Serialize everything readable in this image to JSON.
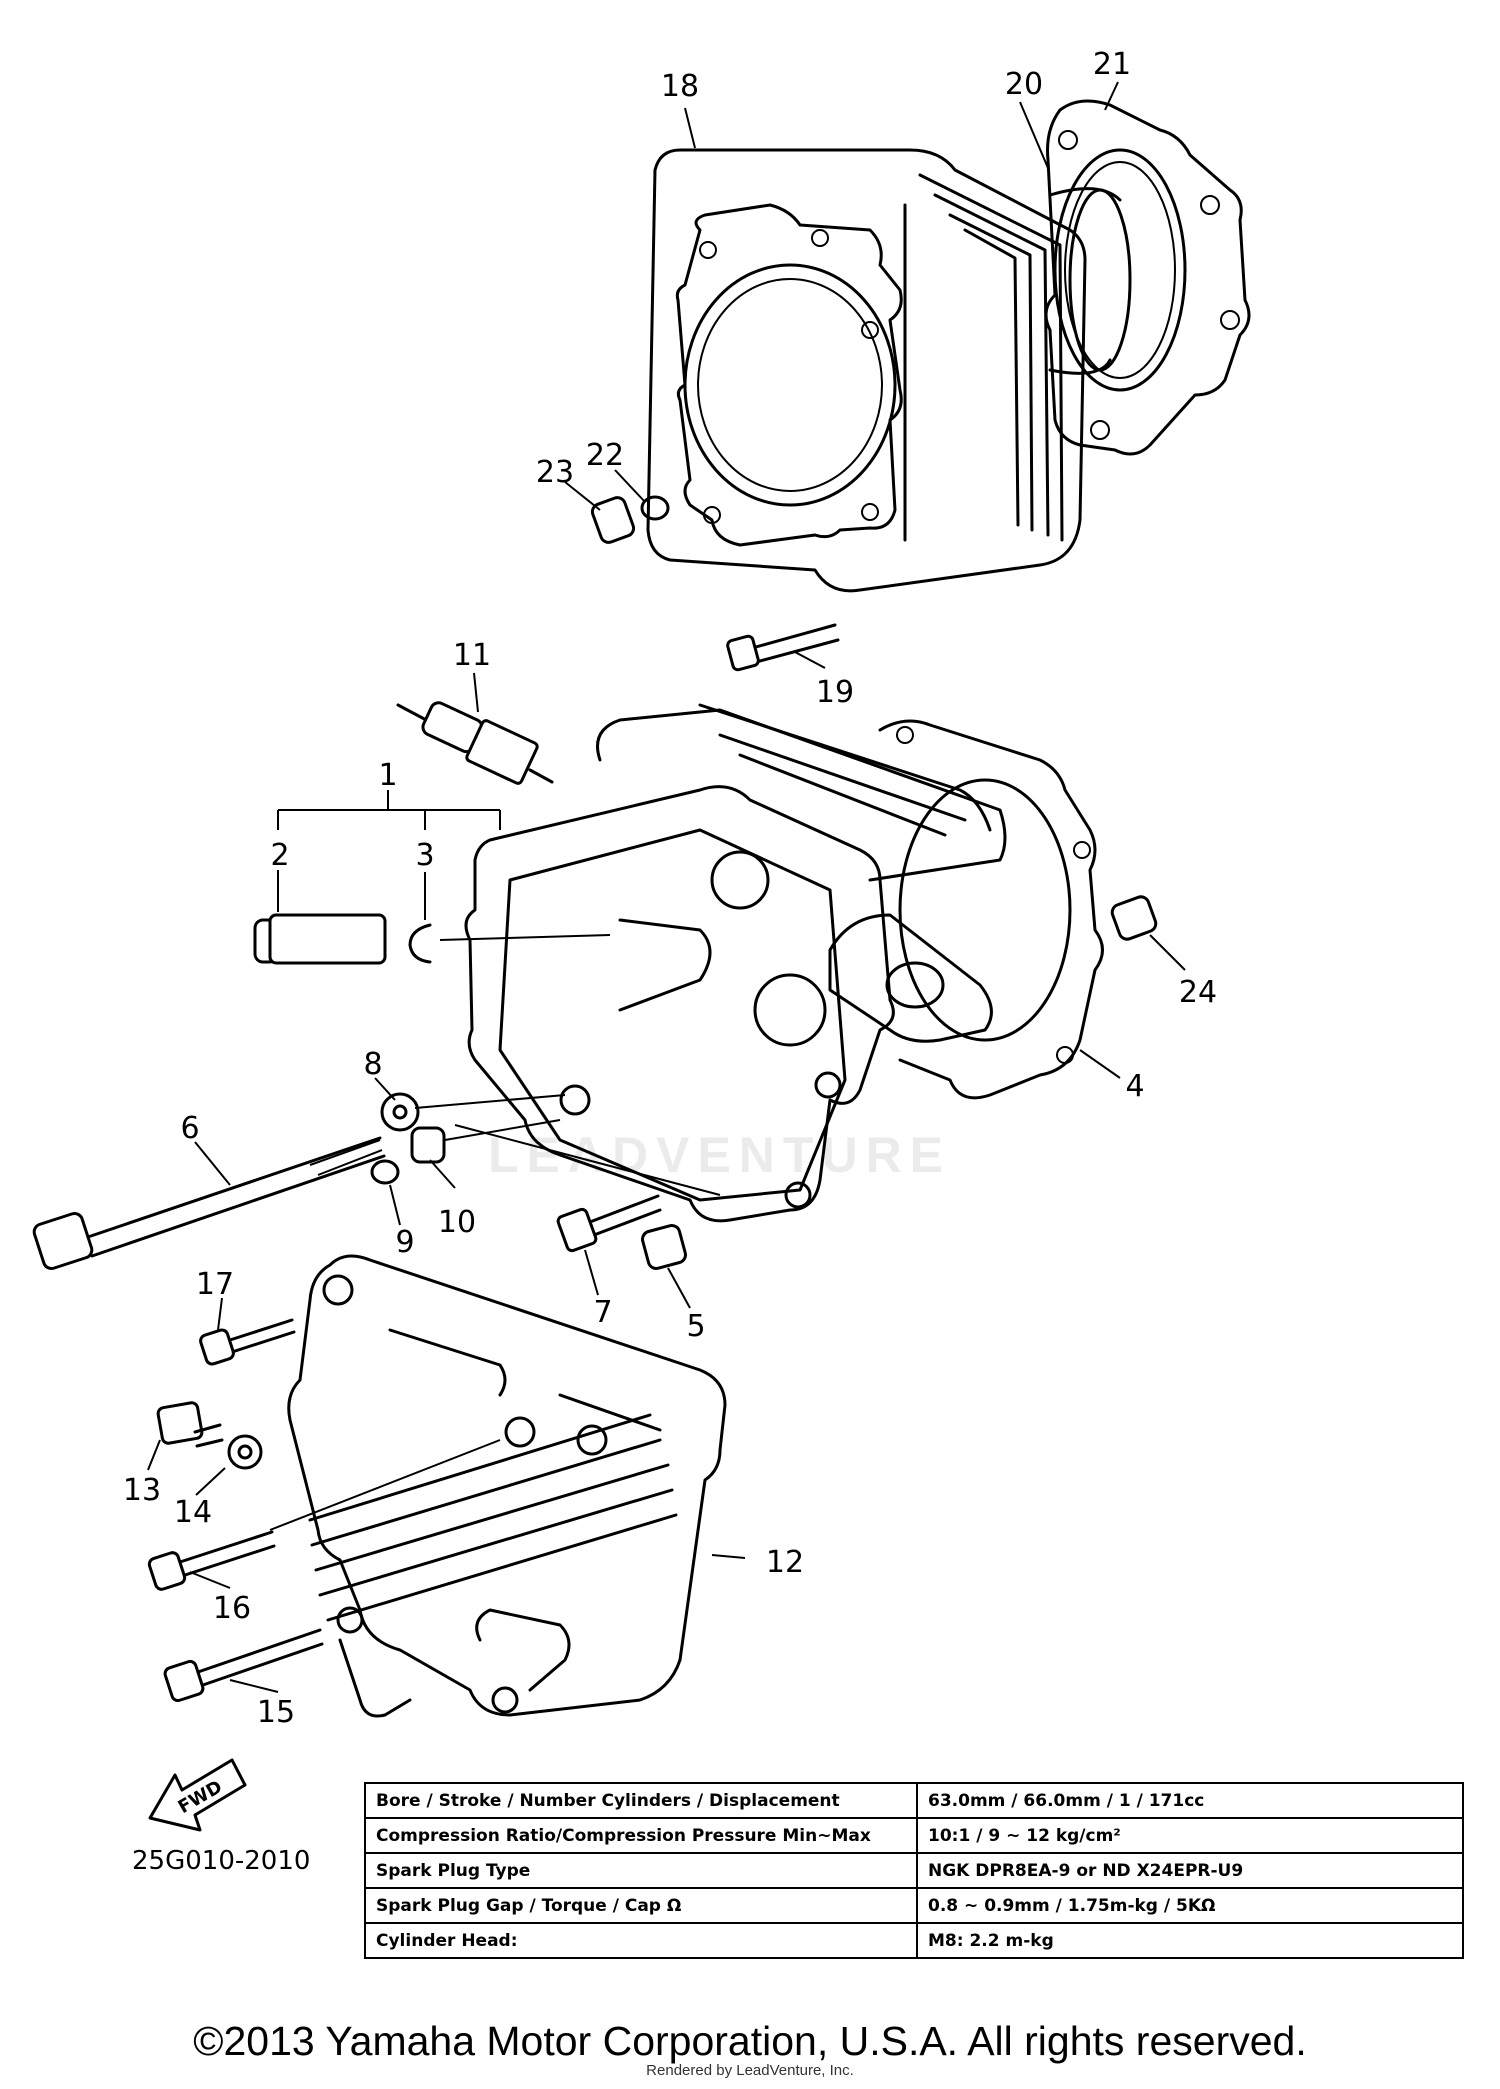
{
  "callouts": [
    "1",
    "2",
    "3",
    "4",
    "5",
    "6",
    "7",
    "8",
    "9",
    "10",
    "11",
    "12",
    "13",
    "14",
    "15",
    "16",
    "17",
    "18",
    "19",
    "20",
    "21",
    "22",
    "23",
    "24"
  ],
  "fwd_label": "FWD",
  "diagram_code": "25G010-2010",
  "watermark": "LEADVENTURE",
  "specs": [
    {
      "label": "Bore / Stroke / Number Cylinders / Displacement",
      "value": "63.0mm / 66.0mm / 1 / 171cc"
    },
    {
      "label": "Compression Ratio/Compression Pressure Min~Max",
      "value": "10:1 / 9 ~ 12 kg/cm²"
    },
    {
      "label": "Spark Plug Type",
      "value": "NGK DPR8EA-9 or ND X24EPR-U9"
    },
    {
      "label": "Spark Plug Gap / Torque / Cap Ω",
      "value": "0.8 ~ 0.9mm / 1.75m-kg / 5KΩ"
    },
    {
      "label": "Cylinder Head:",
      "value": "M8: 2.2 m-kg"
    }
  ],
  "copyright": "©2013 Yamaha Motor Corporation, U.S.A. All rights reserved.",
  "rendered_by": "Rendered by LeadVenture, Inc."
}
